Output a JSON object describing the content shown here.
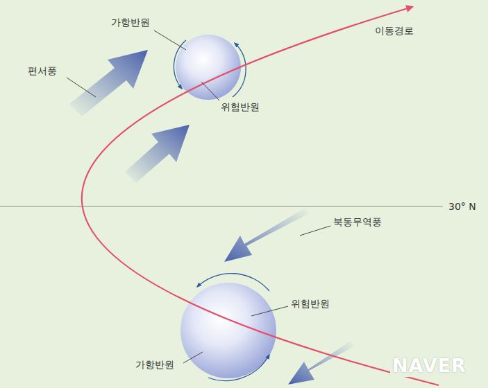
{
  "diagram": {
    "labels": [
      "가항반원",
      "이동경로",
      "편서풍",
      "위험반원",
      "30° N",
      "북동무역풍",
      "위험반원",
      "가항반원",
      "NAVER"
    ]
  }
}
